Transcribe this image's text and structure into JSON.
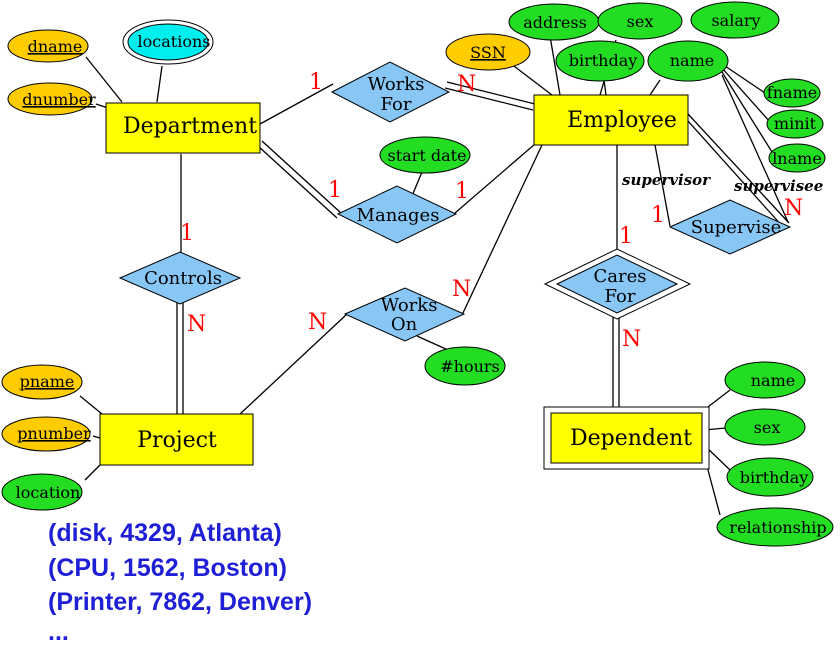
{
  "colors": {
    "entity": "#ffff00",
    "relationship": "#87c6f5",
    "key_attribute": "#ffcc00",
    "attribute": "#22dd22",
    "multivalued_attribute": "#00eeee",
    "cardinality": "#ff0000",
    "examples": "#1f1fd6"
  },
  "entities": {
    "department": "Department",
    "employee": "Employee",
    "project": "Project",
    "dependent": "Dependent"
  },
  "relationships": {
    "works_for": [
      "Works",
      "For"
    ],
    "manages": "Manages",
    "controls": "Controls",
    "works_on": [
      "Works",
      "On"
    ],
    "supervise": "Supervise",
    "cares_for": [
      "Cares",
      "For"
    ]
  },
  "attributes": {
    "dname": "dname",
    "dnumber": "dnumber",
    "locations": "locations",
    "ssn": "SSN",
    "address": "address",
    "sex": "sex",
    "salary": "salary",
    "birthday": "birthday",
    "name": "name",
    "fname": "fname",
    "minit": "minit",
    "lname": "lname",
    "start_date": "start date",
    "hours": "#hours",
    "pname": "pname",
    "pnumber": "pnumber",
    "location": "location",
    "dep_name": "name",
    "dep_sex": "sex",
    "dep_birthday": "birthday",
    "dep_relationship": "relationship"
  },
  "cardinalities": {
    "works_for_dept": "1",
    "works_for_emp": "N",
    "manages_dept": "1",
    "manages_emp": "1",
    "controls_dept": "1",
    "controls_proj": "N",
    "works_on_proj": "N",
    "works_on_emp": "N",
    "supervise_supervisor": "1",
    "supervise_supervisee": "N",
    "cares_for_emp": "1",
    "cares_for_dep": "N"
  },
  "roles": {
    "supervisor": "supervisor",
    "supervisee": "supervisee"
  },
  "examples": [
    "(disk, 4329, Atlanta)",
    "(CPU, 1562, Boston)",
    "(Printer, 7862, Denver)",
    "..."
  ]
}
